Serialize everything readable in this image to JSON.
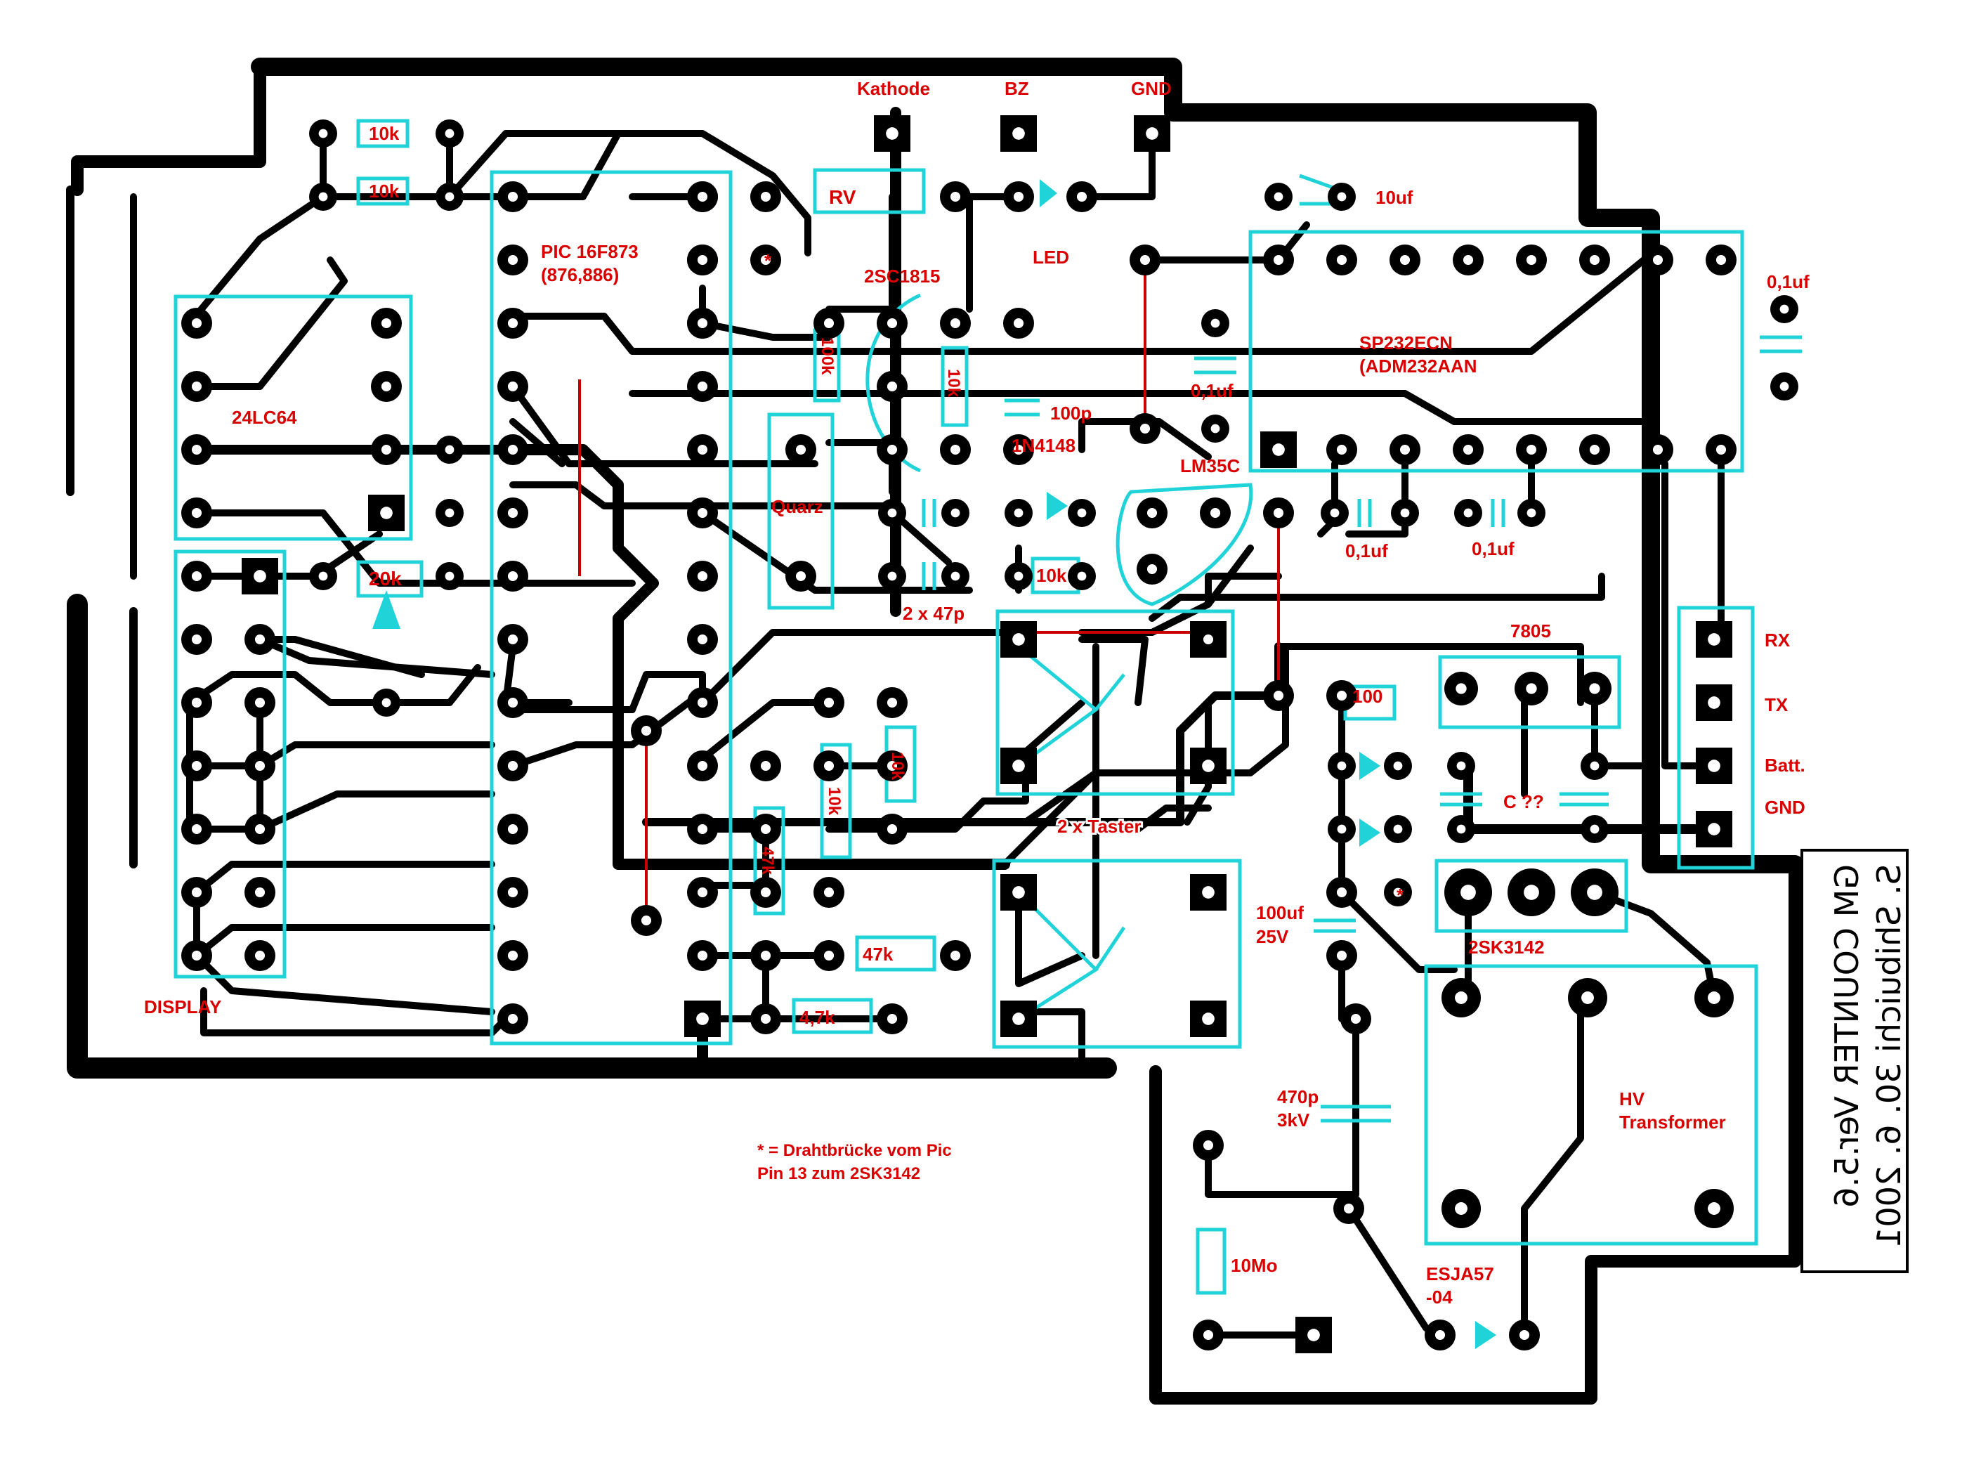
{
  "labels": {
    "kathode": "Kathode",
    "bz": "BZ",
    "gnd_top": "GND",
    "r10k_a": "10k",
    "r10k_b": "10k",
    "rv": "RV",
    "pic": "PIC 16F873",
    "pic_alt": "(876,886)",
    "star_pad": "*",
    "led": "LED",
    "cap_10uf": "10uf",
    "transistor_2sc1815": "2SC1815",
    "r100k": "100k",
    "r10k_c": "10k",
    "cap_100p": "100p",
    "eeprom": "24LC64",
    "sp232": "SP232ECN",
    "sp232_alt": "(ADM232AAN",
    "cap_01uf_a": "0,1uf",
    "cap_01uf_b": "0,1uf",
    "cap_01uf_c": "0,1uf",
    "cap_01uf_d": "0,1uf",
    "quarz": "Quarz",
    "diode_1n4148": "1N4148",
    "lm35": "LM35C",
    "r20k": "20k",
    "r10k_d": "10k",
    "cap_2x47p": "2 x 47p",
    "reg_7805": "7805",
    "rx": "RX",
    "tx": "TX",
    "batt": "Batt.",
    "gnd_right": "GND",
    "r100": "100",
    "r10k_e": "10k",
    "r10k_f": "10k",
    "r47k_a": "47k",
    "c_unknown": "C ??",
    "taster": "2 x Taster",
    "r47k_b": "47k",
    "cap_100uf": "100uf",
    "cap_100uf_v": "25V",
    "star_2sk": "*",
    "fet_2sk3142": "2SK3142",
    "display": "DISPLAY",
    "r4k7": "4,7k",
    "cap_470p": "470p",
    "cap_470p_v": "3kV",
    "hv_transformer_1": "HV",
    "hv_transformer_2": "Transformer",
    "note_1": "* = Drahtbrücke vom Pic",
    "note_2": "Pin 13 zum 2SK3142",
    "r10mo": "10Mo",
    "esja_1": "ESJA57",
    "esja_2": "-04",
    "mirror_1": "GM COUNTER Ver.5.6",
    "mirror_2": "S. Shibuichi  30. 6. 2001"
  },
  "colors": {
    "copper": "#000000",
    "silkscreen": "#1fd3d8",
    "text": "#d90000",
    "jumper": "#c80000"
  }
}
